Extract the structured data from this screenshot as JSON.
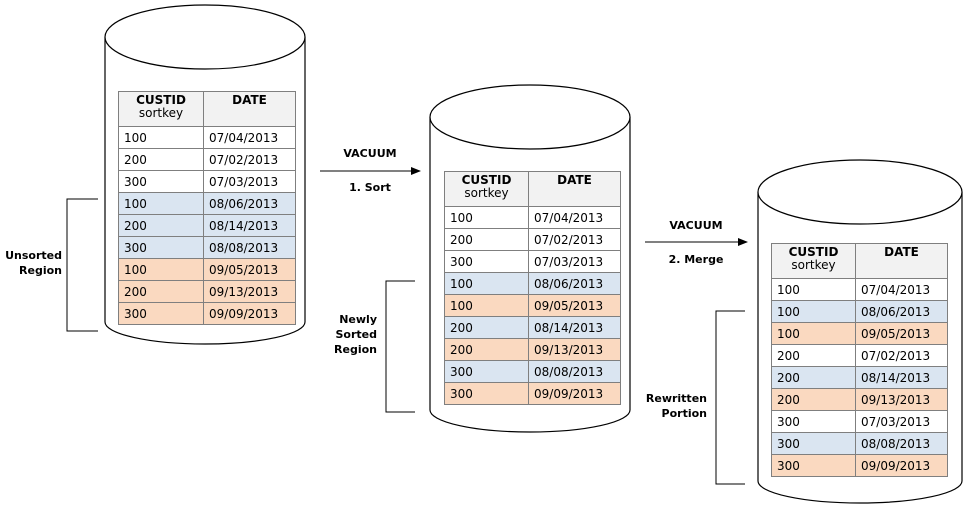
{
  "header": {
    "custid": "CUSTID",
    "sortkey": "sortkey",
    "date": "DATE"
  },
  "tables": [
    {
      "rows": [
        {
          "custid": "100",
          "date": "07/04/2013",
          "kind": "white"
        },
        {
          "custid": "200",
          "date": "07/02/2013",
          "kind": "white"
        },
        {
          "custid": "300",
          "date": "07/03/2013",
          "kind": "white"
        },
        {
          "custid": "100",
          "date": "08/06/2013",
          "kind": "blue"
        },
        {
          "custid": "200",
          "date": "08/14/2013",
          "kind": "blue"
        },
        {
          "custid": "300",
          "date": "08/08/2013",
          "kind": "blue"
        },
        {
          "custid": "100",
          "date": "09/05/2013",
          "kind": "orange"
        },
        {
          "custid": "200",
          "date": "09/13/2013",
          "kind": "orange"
        },
        {
          "custid": "300",
          "date": "09/09/2013",
          "kind": "orange"
        }
      ]
    },
    {
      "rows": [
        {
          "custid": "100",
          "date": "07/04/2013",
          "kind": "white"
        },
        {
          "custid": "200",
          "date": "07/02/2013",
          "kind": "white"
        },
        {
          "custid": "300",
          "date": "07/03/2013",
          "kind": "white"
        },
        {
          "custid": "100",
          "date": "08/06/2013",
          "kind": "blue"
        },
        {
          "custid": "100",
          "date": "09/05/2013",
          "kind": "orange"
        },
        {
          "custid": "200",
          "date": "08/14/2013",
          "kind": "blue"
        },
        {
          "custid": "200",
          "date": "09/13/2013",
          "kind": "orange"
        },
        {
          "custid": "300",
          "date": "08/08/2013",
          "kind": "blue"
        },
        {
          "custid": "300",
          "date": "09/09/2013",
          "kind": "orange"
        }
      ]
    },
    {
      "rows": [
        {
          "custid": "100",
          "date": "07/04/2013",
          "kind": "white"
        },
        {
          "custid": "100",
          "date": "08/06/2013",
          "kind": "blue"
        },
        {
          "custid": "100",
          "date": "09/05/2013",
          "kind": "orange"
        },
        {
          "custid": "200",
          "date": "07/02/2013",
          "kind": "white"
        },
        {
          "custid": "200",
          "date": "08/14/2013",
          "kind": "blue"
        },
        {
          "custid": "200",
          "date": "09/13/2013",
          "kind": "orange"
        },
        {
          "custid": "300",
          "date": "07/03/2013",
          "kind": "white"
        },
        {
          "custid": "300",
          "date": "08/08/2013",
          "kind": "blue"
        },
        {
          "custid": "300",
          "date": "09/09/2013",
          "kind": "orange"
        }
      ]
    }
  ],
  "labels": {
    "unsorted_1": "Unsorted",
    "unsorted_2": "Region",
    "newly_1": "Newly",
    "newly_2": "Sorted",
    "newly_3": "Region",
    "rewritten_1": "Rewritten",
    "rewritten_2": "Portion",
    "vacuum_1": "VACUUM",
    "step_1": "1. Sort",
    "vacuum_2": "VACUUM",
    "step_2": "2. Merge"
  },
  "colors": {
    "blue_row": "#dae5f1",
    "orange_row": "#fad9c0",
    "header_bg": "#f2f2f2",
    "stroke": "#000000"
  }
}
